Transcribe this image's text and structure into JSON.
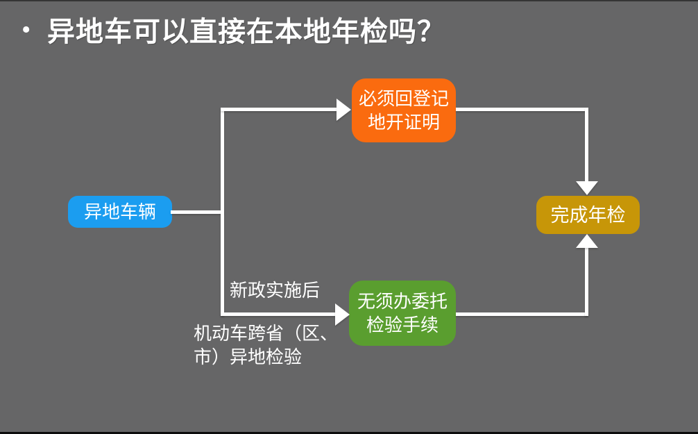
{
  "slide": {
    "bullet": "•",
    "title": "异地车可以直接在本地年检吗？",
    "background_color": "#666667",
    "title_color": "#ffffff"
  },
  "flowchart": {
    "connector_color": "#ffffff",
    "nodes": {
      "source": {
        "label": "异地车辆",
        "color": "#1b9df0"
      },
      "before": {
        "line1": "必须回登记",
        "line2": "地开证明",
        "color": "#fa6b0f"
      },
      "after": {
        "line1": "无须办委托",
        "line2": "检验手续",
        "color": "#5a9e2f"
      },
      "finish": {
        "label": "完成年检",
        "color": "#c79608"
      }
    },
    "annotations": {
      "branch": "新政实施后",
      "note_line1": "机动车跨省（区、",
      "note_line2": "市）异地检验"
    },
    "edges": [
      {
        "from": "异地车辆",
        "to": "必须回登记地开证明"
      },
      {
        "from": "异地车辆",
        "to": "无须办委托检验手续",
        "label": "新政实施后"
      },
      {
        "from": "必须回登记地开证明",
        "to": "完成年检"
      },
      {
        "from": "无须办委托检验手续",
        "to": "完成年检"
      }
    ]
  }
}
